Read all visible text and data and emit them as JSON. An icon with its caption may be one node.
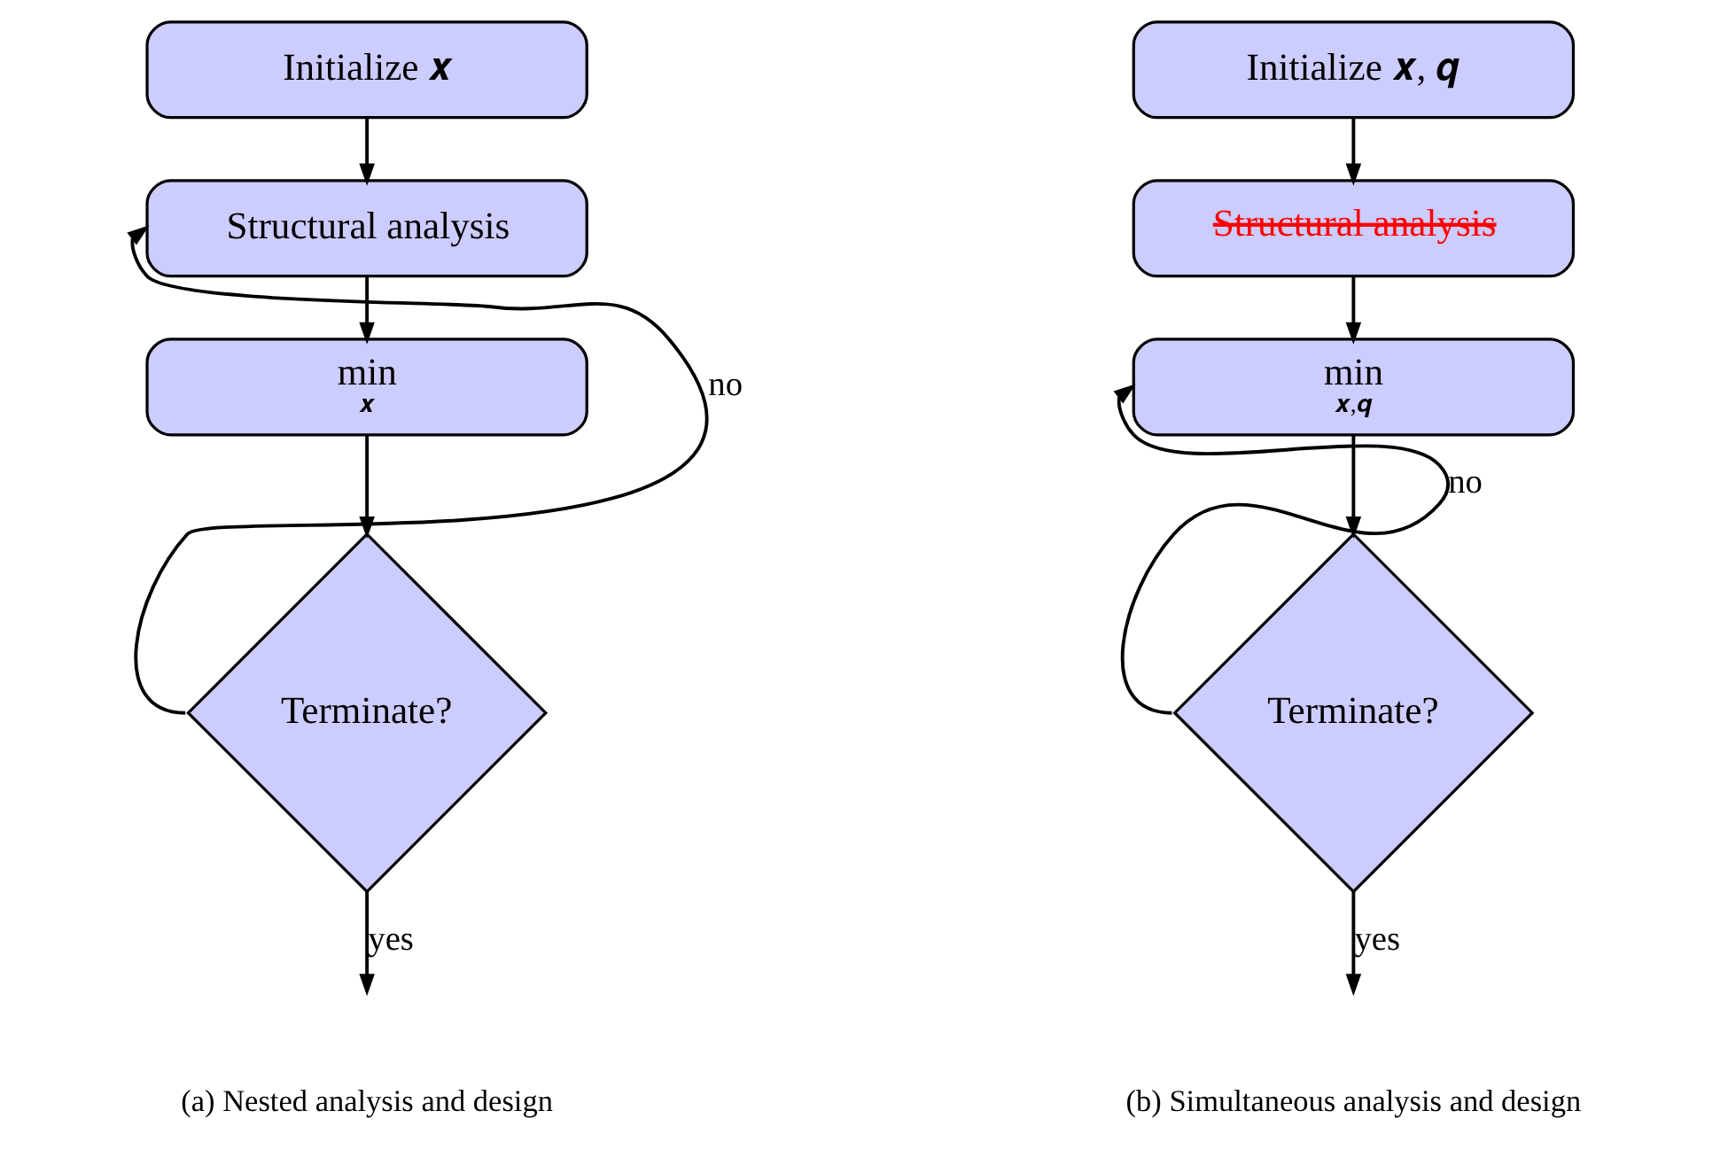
{
  "diagram": {
    "nodes": [
      {
        "text": [
          "Initialize 𝒙"
        ]
      },
      {
        "text": [
          "Structural analysis"
        ]
      },
      {
        "text": [
          "min",
          "𝒙"
        ]
      },
      {
        "text": [
          "Terminate?"
        ]
      },
      {
        "text": [
          "Initialize 𝒙, 𝒒"
        ]
      },
      {
        "text": [
          "Structural analysis"
        ]
      },
      {
        "text": [
          "min",
          "𝒙,𝒒"
        ]
      },
      {
        "text": [
          "Terminate?"
        ]
      }
    ],
    "edges": [
      {
        "from": 0,
        "to": 1,
        "arrow": "to"
      },
      {
        "from": 1,
        "to": 2,
        "arrow": "to"
      },
      {
        "from": 2,
        "to": 3,
        "arrow": "to"
      },
      {
        "from": 3,
        "to": 1,
        "arrow": "to",
        "label": "no"
      },
      {
        "from": 3,
        "to": null,
        "arrow": "to",
        "label": "yes"
      },
      {
        "from": 4,
        "to": 5,
        "arrow": "to"
      },
      {
        "from": 5,
        "to": 6,
        "arrow": "to"
      },
      {
        "from": 6,
        "to": 7,
        "arrow": "to"
      },
      {
        "from": 7,
        "to": 6,
        "arrow": "to",
        "label": "no"
      },
      {
        "from": 7,
        "to": null,
        "arrow": "to",
        "label": "yes"
      }
    ],
    "labels": [
      "(a) Nested analysis and design",
      "(b) Simultaneous analysis and design"
    ]
  }
}
